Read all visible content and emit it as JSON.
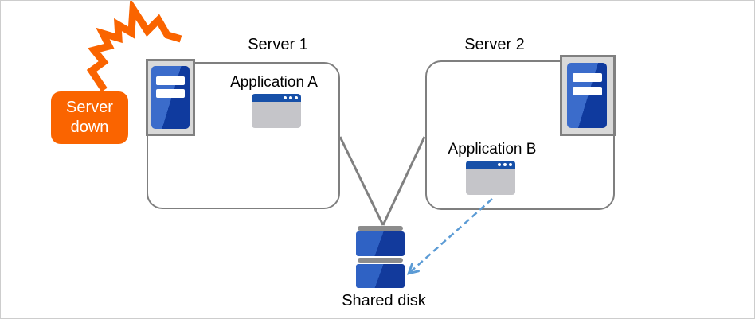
{
  "alert": {
    "label": "Server down"
  },
  "servers": [
    {
      "label": "Server 1",
      "application": "Application A"
    },
    {
      "label": "Server 2",
      "application": "Application B"
    }
  ],
  "storage": {
    "label": "Shared disk"
  },
  "icons": {
    "alert": "explosion-zigzag-icon",
    "server": "server-tower-icon",
    "application": "app-window-icon",
    "storage": "disk-stack-icon",
    "connection": "shared-disk-connector-lines",
    "access_arrow": "dashed-arrow"
  },
  "colors": {
    "alert_orange": "#fa6400",
    "server_blue_light": "#3b6ccb",
    "server_blue_dark": "#0f3a9e",
    "titlebar_blue": "#1750a8",
    "window_body_gray": "#c5c5c9",
    "plate_gray": "#d9d9d9",
    "disk_bar_gray": "#8c8c8c",
    "connector_gray": "#808080",
    "dashed_arrow_blue": "#5b9bd5",
    "box_border_gray": "#7f7f7f"
  }
}
